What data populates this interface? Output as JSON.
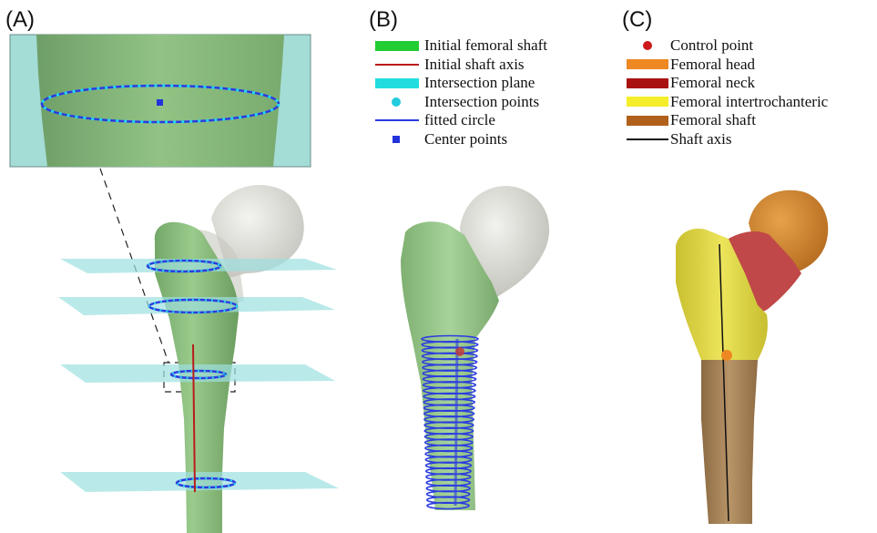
{
  "panels": {
    "a": {
      "label": "(A)"
    },
    "b": {
      "label": "(B)"
    },
    "c": {
      "label": "(C)"
    }
  },
  "legend_b": [
    {
      "label": "Initial femoral shaft",
      "type": "bar",
      "color": "#22cc33"
    },
    {
      "label": "Initial shaft axis",
      "type": "line",
      "color": "#b81c1c"
    },
    {
      "label": "Intersection plane",
      "type": "bar",
      "color": "#22dddd"
    },
    {
      "label": "Intersection points",
      "type": "dot",
      "color": "#22ccdd"
    },
    {
      "label": "fitted circle",
      "type": "line",
      "color": "#2a3ce0"
    },
    {
      "label": "Center points",
      "type": "square",
      "color": "#2233dd"
    }
  ],
  "legend_c": [
    {
      "label": "Control point",
      "type": "dot",
      "color": "#cc1a1a"
    },
    {
      "label": "Femoral head",
      "type": "bar",
      "color": "#ee8822"
    },
    {
      "label": "Femoral neck",
      "type": "bar",
      "color": "#aa1111"
    },
    {
      "label": "Femoral intertrochanteric",
      "type": "bar",
      "color": "#f4ee2a"
    },
    {
      "label": "Femoral shaft",
      "type": "bar",
      "color": "#b0601a"
    },
    {
      "label": "Shaft axis",
      "type": "line",
      "color": "#111111"
    }
  ],
  "colors": {
    "plane": "#8fd8d8",
    "bone_green": "#8cc080",
    "bone_gray": "#dcdcd6",
    "bone_shaft_brown": "#a88558",
    "bone_yellow": "#e4dc48",
    "bone_neck_red": "#c04848",
    "bone_head_orange": "#d88a30",
    "circle_blue": "#2a3ce0",
    "point_cyan": "#22ccee"
  }
}
